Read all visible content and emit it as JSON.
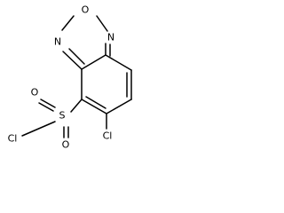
{
  "molecule": {
    "atoms": {
      "o_ring": "O",
      "n_left": "N",
      "n_right": "N",
      "s": "S",
      "o_sulfonyl_top": "O",
      "o_sulfonyl_bottom": "O",
      "cl_sulfonyl": "Cl",
      "cl_ring": "Cl"
    }
  },
  "colors": {
    "bond": "#000000",
    "label": "#000000",
    "background": "#ffffff"
  }
}
